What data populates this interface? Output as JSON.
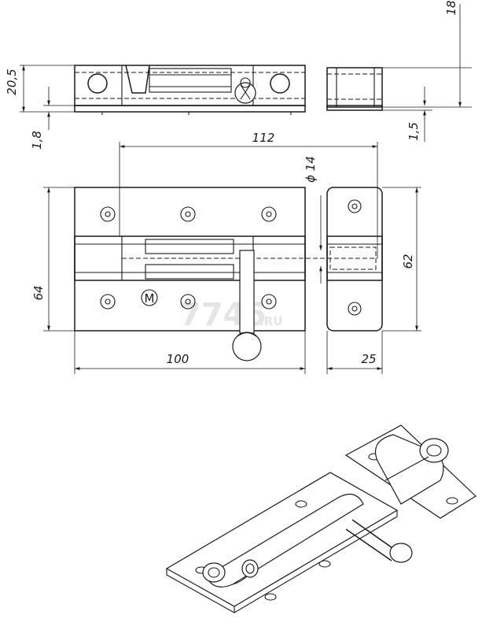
{
  "dimensions": {
    "overall_height_side": "20,5",
    "plate_thickness_left": "1,8",
    "strike_height": "18",
    "strike_thickness": "1,5",
    "bolt_length": "112",
    "bolt_diameter": "ϕ 14",
    "base_height": "64",
    "base_width": "100",
    "strike_length": "62",
    "strike_width": "25"
  },
  "brand_mark": "M",
  "watermark": {
    "main": "7745",
    "suffix": ".RU"
  }
}
